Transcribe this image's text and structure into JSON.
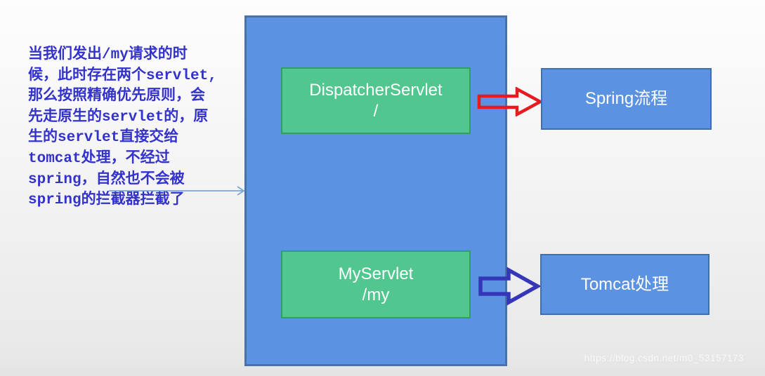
{
  "note": {
    "lines": [
      "当我们发出/my请求的时",
      "候，此时存在两个servlet,",
      "那么按照精确优先原则，会",
      "先走原生的servlet的，原",
      "生的servlet直接交给",
      "tomcat处理，不经过",
      "spring，自然也不会被",
      "spring的拦截器拦截了"
    ]
  },
  "boxes": {
    "dispatcher": {
      "title": "DispatcherServlet",
      "path": "/"
    },
    "myservlet": {
      "title": "MyServlet",
      "path": "/my"
    },
    "spring": {
      "label": "Spring流程"
    },
    "tomcat": {
      "label": "Tomcat处理"
    }
  },
  "watermark": "https://blog.csdn.net/m0_53157173",
  "colors": {
    "container_fill": "#5B92E2",
    "container_border": "#4A72A8",
    "servlet_fill": "#52C68F",
    "servlet_border": "#2F9E69",
    "result_fill": "#5B92E2",
    "result_border": "#4170A9",
    "red_arrow": "#E61A1F",
    "blue_arrow": "#3636B8",
    "note_text": "#3333CC",
    "thin_arrow": "#79A7DC"
  },
  "icons": {
    "red_arrow": "right-block-arrow",
    "blue_arrow": "right-block-arrow",
    "thin_arrow": "right-line-arrow"
  }
}
